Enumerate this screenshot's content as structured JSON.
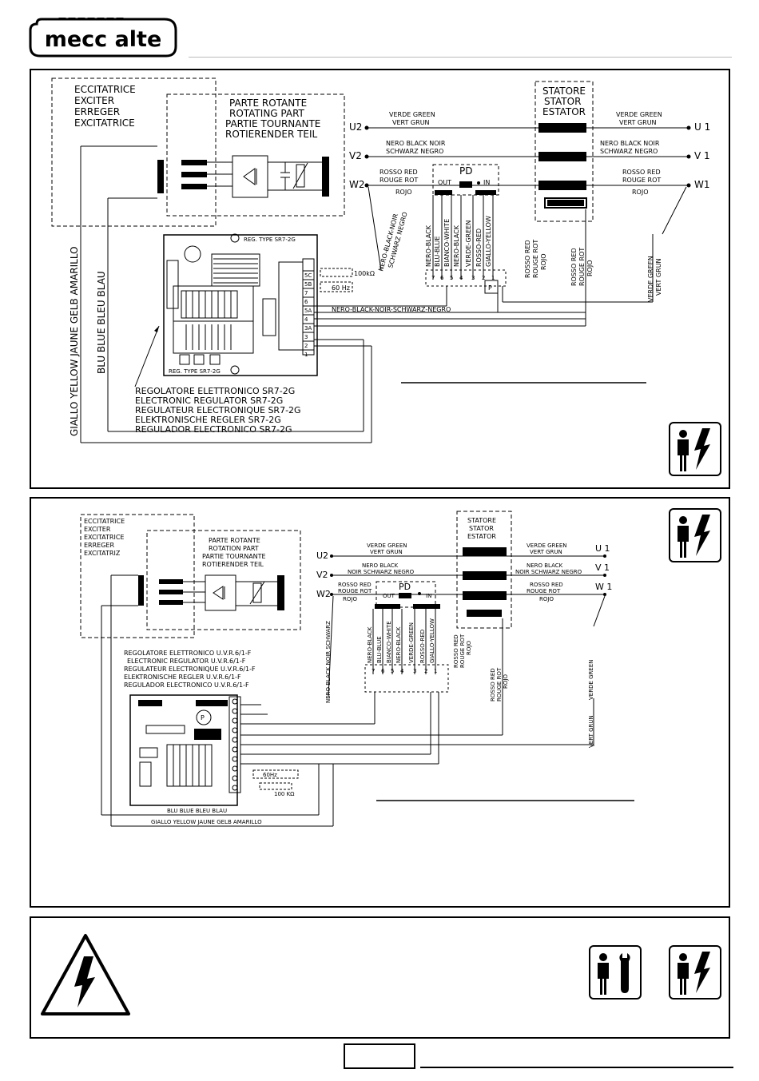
{
  "brand": {
    "logo_text": "mecc alte"
  },
  "diagram1": {
    "exciter": [
      "ECCITATRICE",
      "EXCITER",
      "ERREGER",
      "EXCITATRICE"
    ],
    "rotating": [
      "PARTE ROTANTE",
      "ROTATING PART",
      "PARTIE TOURNANTE",
      "ROTIERENDER TEIL"
    ],
    "stator": [
      "STATORE",
      "STATOR",
      "ESTATOR"
    ],
    "terminals_left": [
      "U2",
      "V2",
      "W2"
    ],
    "terminals_right": [
      "U 1",
      "V 1",
      "W1"
    ],
    "wire_u_left": [
      "VERDE GREEN",
      "VERT GRUN"
    ],
    "wire_v_left": [
      "NERO BLACK NOIR",
      "SCHWARZ NEGRO"
    ],
    "wire_w_left": [
      "ROSSO RED",
      "ROUGE ROT",
      "ROJO"
    ],
    "wire_u_right": [
      "VERDE GREEN",
      "VERT GRUN"
    ],
    "wire_v_right": [
      "NERO BLACK NOIR",
      "SCHWARZ NEGRO"
    ],
    "wire_w_right": [
      "ROSSO RED",
      "ROUGE ROT",
      "ROJO"
    ],
    "pd": "PD",
    "pd_out": "OUT",
    "pd_in": "IN",
    "vertical_black": [
      "NERO-BLACK-NOIR",
      "SCHWARZ NEGRO"
    ],
    "pd_wires": [
      "NERO-BLACK",
      "BLU-BLUE",
      "BIANCO-WHITE",
      "NERO-BLACK",
      "VERDE-GREEN",
      "ROSSO-RED",
      "GIALLO-YELLOW"
    ],
    "pd_pins": [
      "7",
      "6",
      "5",
      "4",
      "3",
      "2",
      "1"
    ],
    "p_label": "P",
    "stator_red1": [
      "ROSSO RED",
      "ROUGE ROT",
      "ROJO"
    ],
    "stator_red2": [
      "ROSSO RED",
      "ROUGE ROT",
      "ROJO"
    ],
    "stator_green": [
      "VERDE GREEN",
      "VERT GRUN"
    ],
    "resistor": "100kΩ",
    "freq": "60 Hz",
    "black_bottom": "NERO-BLACK-NOIR-SCHWARZ-NEGRO",
    "yellow_vert": "GIALLO YELLOW JAUNE GELB AMARILLO",
    "blue_vert": "BLU BLUE BLEU BLAU",
    "reg_top": "REG. TYPE SR7-2G",
    "reg_bottom": "REG. TYPE SR7-2G",
    "reg_pins": [
      "1",
      "2",
      "3",
      "3A",
      "4",
      "5A",
      "6",
      "7",
      "5B",
      "5C"
    ],
    "regulator": [
      "REGOLATORE ELETTRONICO SR7-2G",
      "ELECTRONIC REGULATOR SR7-2G",
      "REGULATEUR ELECTRONIQUE SR7-2G",
      "ELEKTRONISCHE REGLER SR7-2G",
      "REGULADOR ELECTRONICO SR7-2G"
    ]
  },
  "diagram2": {
    "exciter": [
      "ECCITATRICE",
      "EXCITER",
      "EXCITATRICE",
      "ERREGER",
      "EXCITATRIZ"
    ],
    "rotating": [
      "PARTE ROTANTE",
      "ROTATION PART",
      "PARTIE TOURNANTE",
      "ROTIERENDER TEIL"
    ],
    "stator": [
      "STATORE",
      "STATOR",
      "ESTATOR"
    ],
    "terminals_left": [
      "U2",
      "V2",
      "W2"
    ],
    "terminals_right": [
      "U 1",
      "V 1",
      "W 1"
    ],
    "wire_u_left": [
      "VERDE GREEN",
      "VERT GRUN"
    ],
    "wire_v_left": [
      "NERO BLACK",
      "NOIR SCHWARZ NEGRO"
    ],
    "wire_w_left": [
      "ROSSO RED",
      "ROUGE ROT",
      "ROJO"
    ],
    "wire_u_right": [
      "VERDE GREEN",
      "VERT GRUN"
    ],
    "wire_v_right": [
      "NERO BLACK",
      "NOIR SCHWARZ NEGRO"
    ],
    "wire_w_right": [
      "ROSSO RED",
      "ROUGE ROT",
      "ROJO"
    ],
    "pd": "PD",
    "pd_out": "OUT",
    "pd_in": "IN",
    "pd_wires": [
      "NERO-BLACK",
      "BLU-BLUE",
      "BIANCO-WHITE",
      "NERO-BLACK",
      "VERDE-GREEN",
      "ROSSO-RED",
      "GIALLO-YELLOW"
    ],
    "pd_pins": [
      "7",
      "6",
      "5",
      "4",
      "3",
      "2",
      "1"
    ],
    "vertical_black": "NERO BLACK NOIR SCHWARZ",
    "stator_red1": [
      "ROSSO RED",
      "ROUGE ROT",
      "ROJO"
    ],
    "stator_red2": [
      "ROSSO RED",
      "ROUGE ROT",
      "ROJO"
    ],
    "stator_green": [
      "VERDE GREEN",
      "VERT GRUN"
    ],
    "regulator": [
      "REGOLATORE ELETTRONICO U.V.R.6/1-F",
      "ELECTRONIC REGULATOR U.V.R.6/1-F",
      "REGULATEUR ELECTRONIQUE U.V.R.6/1-F",
      "ELEKTRONISCHE REGLER U.V.R.6/1-F",
      "REGULADOR ELECTRONICO U.V.R.6/1-F"
    ],
    "p_label": "P",
    "freq": "60Hz",
    "resistor": "100 KΩ",
    "blue_bottom": "BLU BLUE BLEU BLAU",
    "yellow_bottom": "GIALLO YELLOW JAUNE GELB AMARILLO"
  }
}
